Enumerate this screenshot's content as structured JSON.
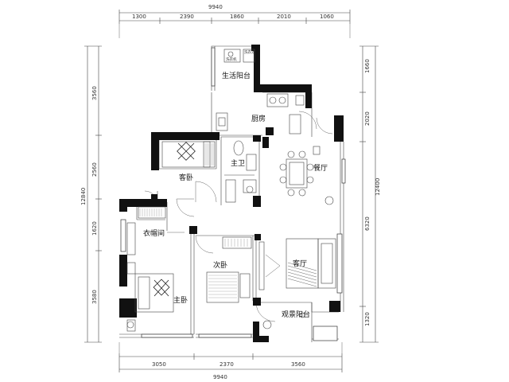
{
  "dimensions": {
    "top_total": "9940",
    "top_segments": [
      "1300",
      "2390",
      "1860",
      "2010",
      "1060"
    ],
    "bottom_total": "9940",
    "bottom_segments": [
      "3050",
      "2370",
      "3560"
    ],
    "left_total": "12840",
    "left_segments": [
      "3560",
      "2560",
      "1620",
      "3580"
    ],
    "right_total": "12400",
    "right_segments": [
      "1660",
      "2020",
      "6320",
      "1320"
    ]
  },
  "rooms": {
    "balcony_life": "生活阳台",
    "kitchen": "厨房",
    "guest_bedroom": "客卧",
    "master_bath": "主卫",
    "dining": "餐厅",
    "walk_in_closet": "衣帽间",
    "second_bedroom": "次卧",
    "living": "客厅",
    "master_bedroom": "主卧",
    "view_balcony": "观景阳台"
  }
}
